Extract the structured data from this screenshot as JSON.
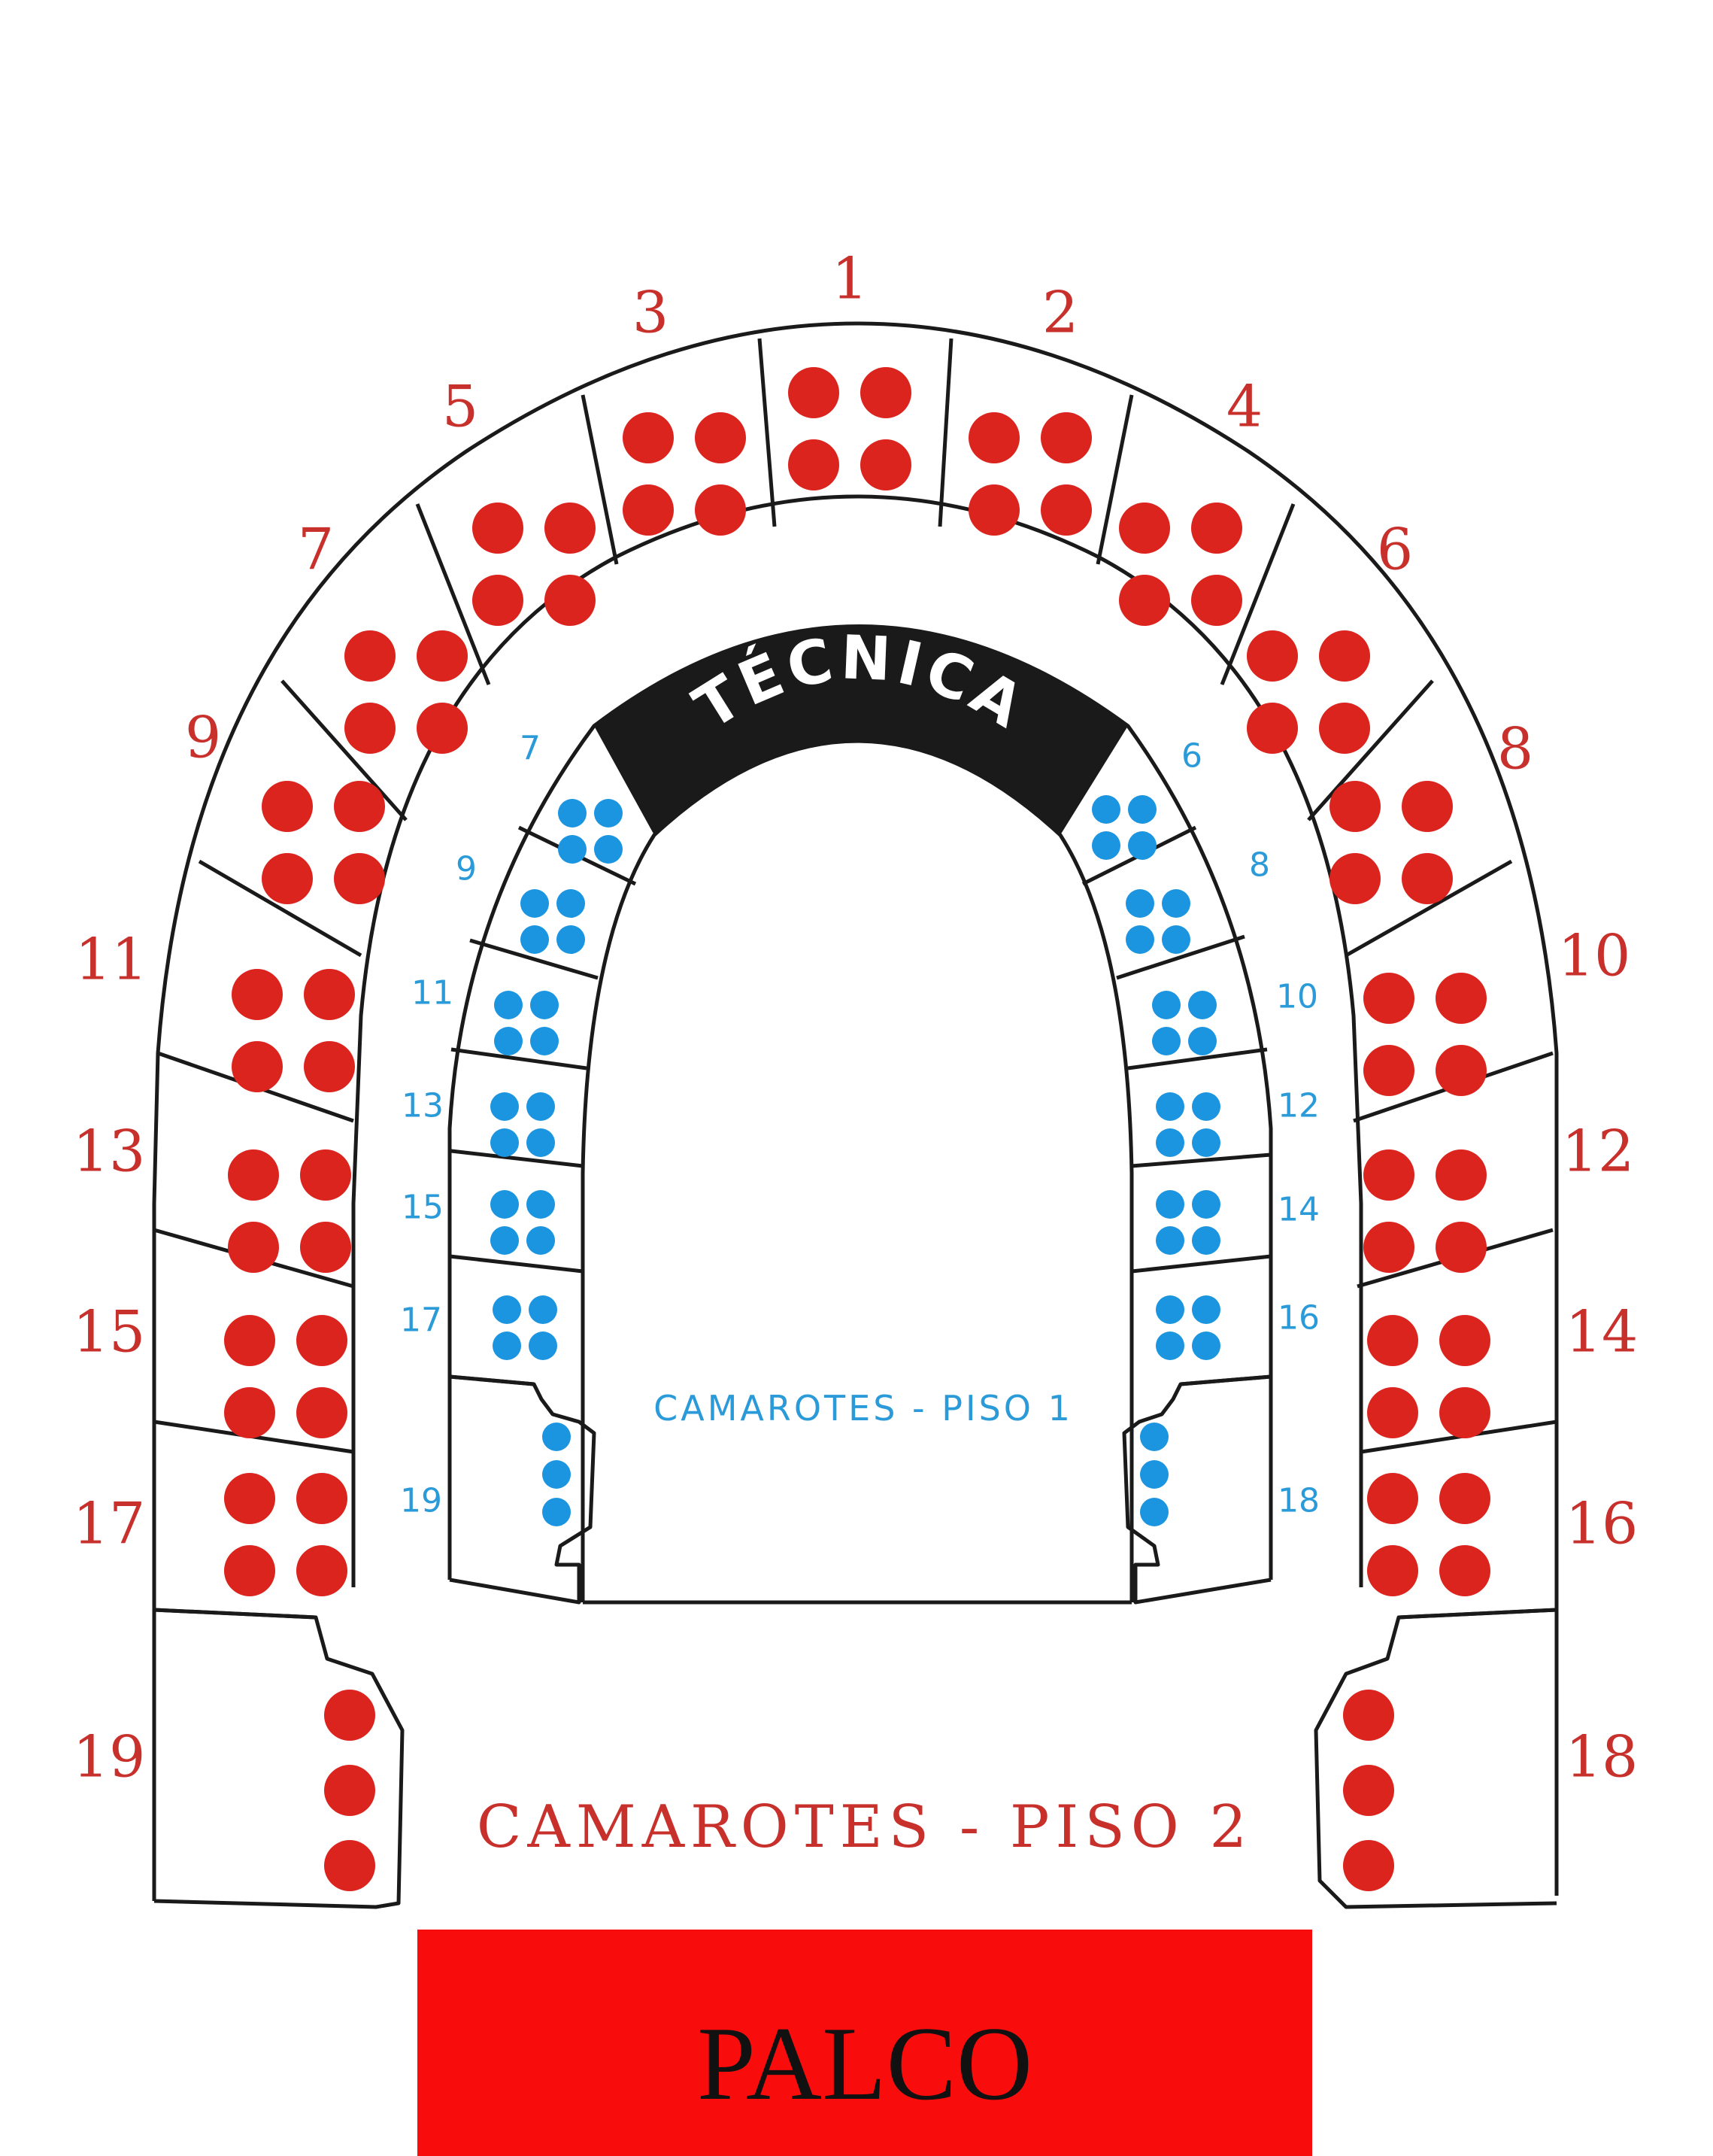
{
  "labels": {
    "tecnica": "TÉCNICA",
    "piso1": "CAMAROTES - PISO 1",
    "piso2": "CAMAROTES - PISO 2",
    "stage": "PALCO"
  },
  "colors": {
    "seat_floor2": "#dc241f",
    "seat_floor1": "#1b95e0",
    "stage": "#f80c0c",
    "tech_booth": "#1a1a1a"
  },
  "floor2_boxes": [
    "1",
    "2",
    "3",
    "4",
    "5",
    "6",
    "7",
    "8",
    "9",
    "10",
    "11",
    "12",
    "13",
    "14",
    "15",
    "16",
    "17",
    "18",
    "19"
  ],
  "floor1_boxes": [
    "6",
    "7",
    "8",
    "9",
    "10",
    "11",
    "12",
    "13",
    "14",
    "15",
    "16",
    "17",
    "18",
    "19"
  ],
  "seats_per_box": {
    "floor2": 4,
    "floor2_end_boxes": 3,
    "floor1": 4,
    "floor1_end_boxes": 3
  }
}
